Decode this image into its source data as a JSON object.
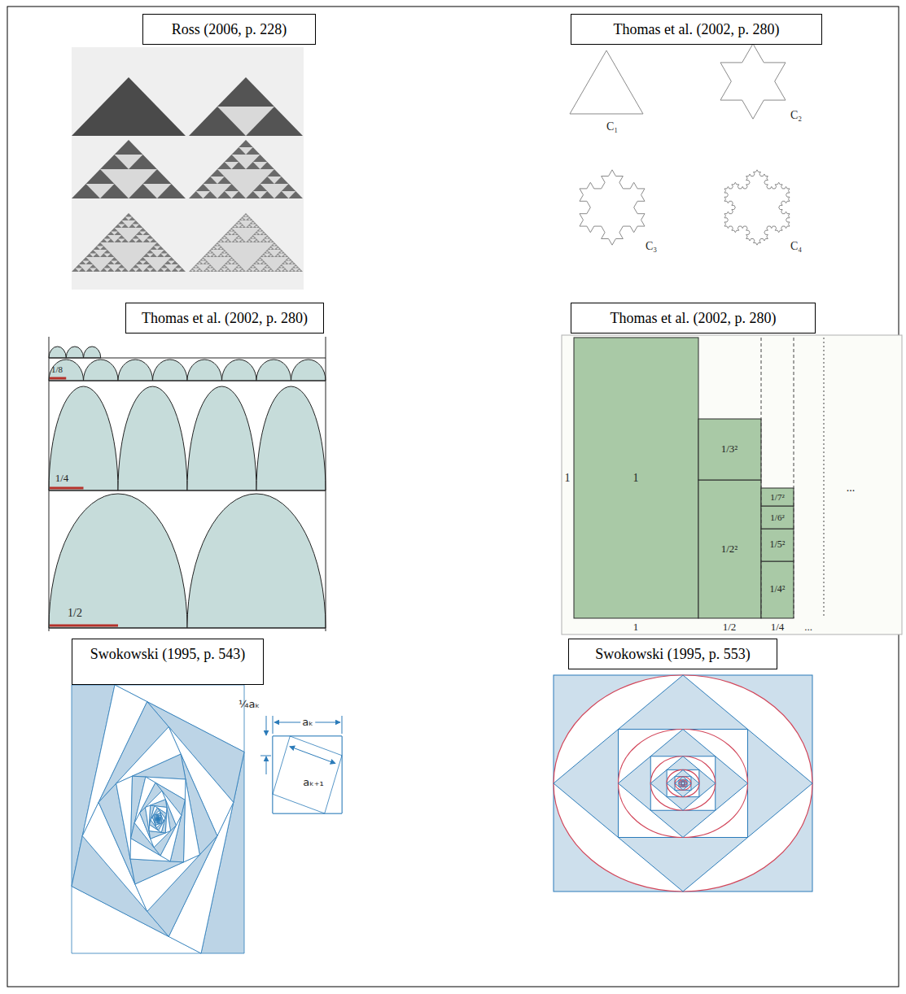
{
  "diagram": {
    "nodes": [
      {
        "text": [
          "Ross (2006, p. 228)"
        ]
      },
      {
        "text": [
          "Thomas et al. (2002, p. 280)"
        ]
      },
      {
        "text": [
          "Thomas et al. (2002, p. 280)"
        ]
      },
      {
        "text": [
          "Thomas et al. (2002, p. 280)"
        ]
      },
      {
        "text": [
          "Swokowski (1995, p. 543)"
        ]
      },
      {
        "text": [
          "Swokowski (1995, p. 553)"
        ]
      }
    ],
    "labels": [
      "C₁",
      "C₂",
      "C₃",
      "C₄",
      "1/8",
      "1/4",
      "1/2",
      "1",
      "1/3²",
      "1/2²",
      "1/7²",
      "1/6²",
      "1/5²",
      "1/4²",
      "...",
      "1",
      "1",
      "1/2",
      "1/4",
      "...",
      "¼aₖ",
      "aₖ",
      "aₖ₊₁"
    ]
  }
}
